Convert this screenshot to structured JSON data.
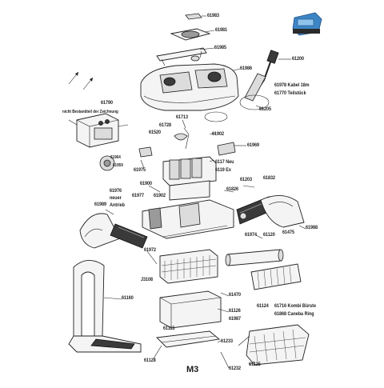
{
  "colors": {
    "ink": "#1a1a1a",
    "thumb_blue": "#3d86c6",
    "background": "#ffffff"
  },
  "model": "M3",
  "labels": {
    "p61983": "61983",
    "p61981": "61981",
    "p61985": "61985",
    "p61200": "61200",
    "p61986": "61986",
    "p61978": "61978 Kabel 18m",
    "p61770": "61770 Teilstück",
    "p61790": "61790",
    "p61790_note": "nicht Bestandteil der Zeichnung",
    "p61205": "61205",
    "p61713": "61713",
    "p61728": "61728",
    "p61520": "61520",
    "p61902a": "61902",
    "p61969": "61969",
    "p61964": "61964",
    "p61959": "61959",
    "p61975": "61975",
    "p6117neu": "6117 Neu",
    "p6119ex": "6119 Ex",
    "p61976": "61976",
    "p61976_neu": "neuer",
    "p61976_antrieb": "Antrieb",
    "p61900": "61900",
    "p61977": "61977",
    "p61902b": "61902",
    "p61826": "61826",
    "p61203": "61203",
    "p61832": "61832",
    "p61989": "61989",
    "p61974": "61974",
    "p61120": "61120",
    "p61475": "61475",
    "p61988": "61988",
    "p61972": "61972",
    "p63108": "J3108",
    "p61160": "61160",
    "p61470": "61470",
    "p61126": "61126",
    "p61987": "61987",
    "p61124": "61124",
    "p61716": "61716 Kombi Bürste",
    "p61868": "61868 Caneba Ring",
    "p61115": "61115",
    "p61233": "61233",
    "p61128": "61128",
    "p61125": "61125",
    "p61232": "61232"
  }
}
